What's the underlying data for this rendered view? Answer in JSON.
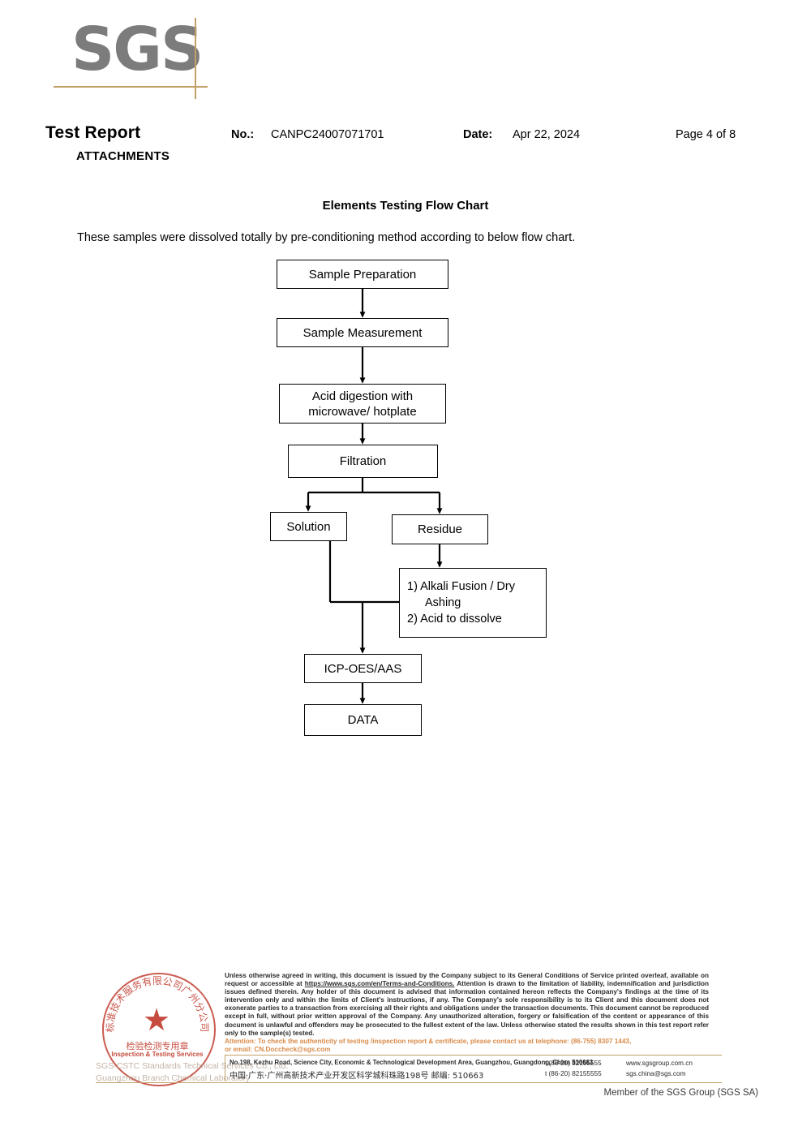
{
  "logo": {
    "wordmark": "SGS"
  },
  "header": {
    "report_title": "Test Report",
    "attachments_label": "ATTACHMENTS",
    "no_key": "No.:",
    "no_value": "CANPC24007071701",
    "date_key": "Date:",
    "date_value": "Apr 22, 2024",
    "page_value": "Page 4 of 8"
  },
  "section": {
    "heading": "Elements Testing Flow Chart",
    "intro": "These samples were dissolved totally by pre-conditioning method according to below flow chart."
  },
  "flowchart": {
    "type": "flow-diagram",
    "nodes": [
      {
        "id": "sample-preparation",
        "label": "Sample Preparation"
      },
      {
        "id": "sample-measurement",
        "label": "Sample Measurement"
      },
      {
        "id": "acid-digestion",
        "label_line1": "Acid digestion with",
        "label_line2": "microwave/ hotplate"
      },
      {
        "id": "filtration",
        "label": "Filtration"
      },
      {
        "id": "solution",
        "label": "Solution"
      },
      {
        "id": "residue",
        "label": "Residue"
      },
      {
        "id": "alkali-fusion",
        "label_line1": "1) Alkali Fusion / Dry",
        "label_line2": "Ashing",
        "label_line3": "2) Acid to dissolve"
      },
      {
        "id": "icp-oes-aas",
        "label": "ICP-OES/AAS"
      },
      {
        "id": "data",
        "label": "DATA"
      }
    ],
    "edges": [
      {
        "from": "sample-preparation",
        "to": "sample-measurement"
      },
      {
        "from": "sample-measurement",
        "to": "acid-digestion"
      },
      {
        "from": "acid-digestion",
        "to": "filtration"
      },
      {
        "from": "filtration",
        "to": "solution"
      },
      {
        "from": "filtration",
        "to": "residue"
      },
      {
        "from": "residue",
        "to": "alkali-fusion"
      },
      {
        "from": "solution",
        "to": "icp-oes-aas"
      },
      {
        "from": "alkali-fusion",
        "to": "icp-oes-aas"
      },
      {
        "from": "icp-oes-aas",
        "to": "data"
      }
    ]
  },
  "seal": {
    "star_glyph": "★",
    "chinese_text": "检验检测专用章",
    "english_text": "Inspection & Testing Services",
    "arc_text": "标准技术服务有限公司广州分公司",
    "watermark_line1": "SGS-CSTC Standards Technical Services Co., Ltd.",
    "watermark_line2": "Guangzhou Branch Chemical Laboratory"
  },
  "footer": {
    "legal_text": "Unless otherwise agreed in writing, this document is issued by the Company subject to its General Conditions of Service printed overleaf, available on request or accessible at ",
    "legal_link": "https://www.sgs.com/en/Terms-and-Conditions.",
    "legal_text_2": " Attention is drawn to the limitation of liability, indemnification and jurisdiction issues defined therein. Any holder of this document is advised that information contained hereon reflects the Company's findings at the time of its intervention only and within the limits of Client's instructions, if any. The Company's sole responsibility is to its Client and this document does not exonerate parties to a transaction from exercising all their rights and obligations under the transaction documents. This document cannot be reproduced except in full, without prior written approval of the Company. Any unauthorized alteration, forgery or falsification of the content or appearance of this document is unlawful and offenders may be prosecuted to the fullest extent of the law. Unless otherwise stated the results shown in this test report refer only to the sample(s) tested.",
    "attention_line1": "Attention: To check the authenticity of testing /inspection report & certificate, please contact us at telephone: (86-755) 8307 1443,",
    "attention_line2": "or email: CN.Doccheck@sgs.com",
    "address_en": "No.198, Kezhu Road, Science City, Economic & Technological Development Area, Guangzhou, Guangdong, China 510663",
    "address_cn": "中国·广东·广州高新技术产业开发区科学城科珠路198号   邮编: 510663",
    "tel_1": "t (86-20) 82155555",
    "tel_2": "t (86-20) 82155555",
    "web_1": "www.sgsgroup.com.cn",
    "web_2": "sgs.china@sgs.com",
    "member_line": "Member of the SGS Group (SGS SA)"
  },
  "colors": {
    "accent_gold": "#c2a06a",
    "seal_red": "#c0392b",
    "attention_orange": "#d98b4a",
    "logo_grey": "#7c7c7c"
  }
}
